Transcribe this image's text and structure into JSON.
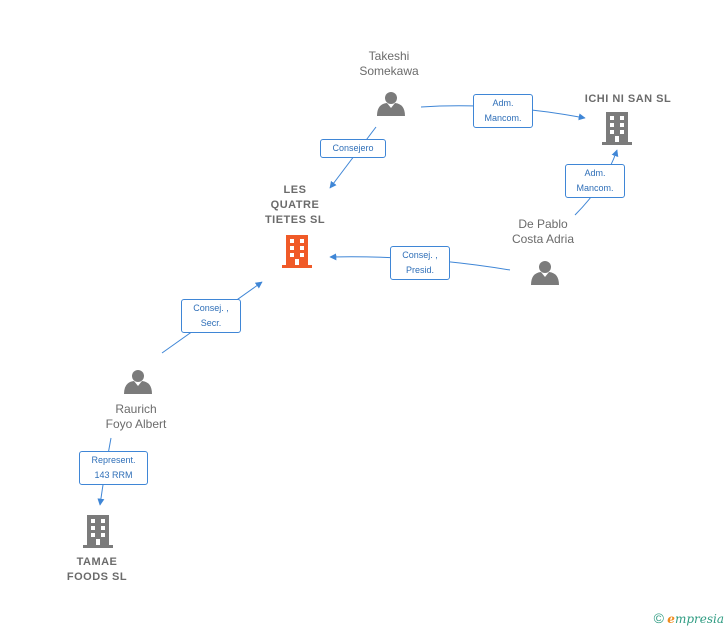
{
  "nodes": {
    "takeshi": {
      "label": "Takeshi\nSomekawa"
    },
    "ichi": {
      "label": "ICHI NI SAN  SL"
    },
    "les_quatre": {
      "label": "LES\nQUATRE\nTIETES  SL"
    },
    "de_pablo": {
      "label": "De Pablo\nCosta Adria"
    },
    "raurich": {
      "label": "Raurich\nFoyo Albert"
    },
    "tamae": {
      "label": "TAMAE\nFOODS  SL"
    }
  },
  "edges": {
    "takeshi_ichi": "Adm.\nMancom.",
    "takeshi_lesquatre": "Consejero",
    "depablo_ichi": "Adm.\nMancom.",
    "depablo_lesquatre": "Consej. ,\nPresid.",
    "raurich_lesquatre": "Consej. ,\nSecr.",
    "raurich_tamae": "Represent.\n143 RRM"
  },
  "colors": {
    "edge": "#3f86d6",
    "person_icon": "#7b7b7b",
    "company_icon": "#7b7b7b",
    "focus_company_icon": "#f05a28"
  },
  "footer": {
    "copyright": "©",
    "brand_e": "e",
    "brand_rest": "mpresia"
  }
}
